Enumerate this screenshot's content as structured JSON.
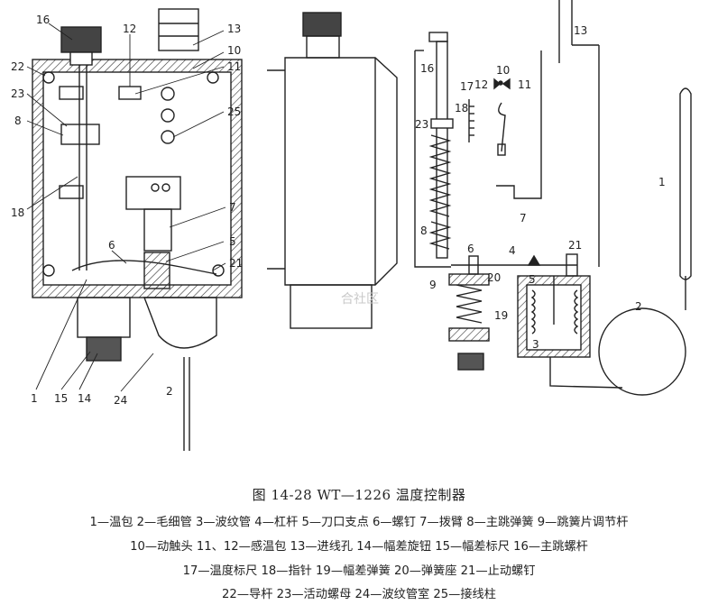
{
  "caption": "图 14-28  WT—1226 温度控制器",
  "legend_lines": [
    "1—温包  2—毛细管  3—波纹管  4—杠杆  5—刀口支点  6—螺钉  7—拨臂  8—主跳弹簧  9—跳簧片调节杆",
    "10—动触头  11、12—感温包  13—进线孔  14—幅差旋钮  15—幅差标尺  16—主跳螺杆",
    "17—温度标尺  18—指针  19—幅差弹簧  20—弹簧座  21—止动螺钉",
    "22—导杆  23—活动螺母  24—波纹管室  25—接线柱"
  ],
  "watermark": "合社区",
  "labels": {
    "l16": "16",
    "l22": "22",
    "l23": "23",
    "l8": "8",
    "l18": "18",
    "l12": "12",
    "l13": "13",
    "l10": "10",
    "l11": "11",
    "l25": "25",
    "l7": "7",
    "l5": "5",
    "l21": "21",
    "l6": "6",
    "l1": "1",
    "l15": "15",
    "l14": "14",
    "l24": "24",
    "l2": "2",
    "r16": "16",
    "r17": "17",
    "r18": "18",
    "r23": "23",
    "r8": "8",
    "r6": "6",
    "r9": "9",
    "r20": "20",
    "r4": "4",
    "r5": "5",
    "r21": "21",
    "r19": "19",
    "r3": "3",
    "r7": "7",
    "r10": "10",
    "r11": "11",
    "r12": "12",
    "r13": "13",
    "r1": "1",
    "r2": "2"
  }
}
